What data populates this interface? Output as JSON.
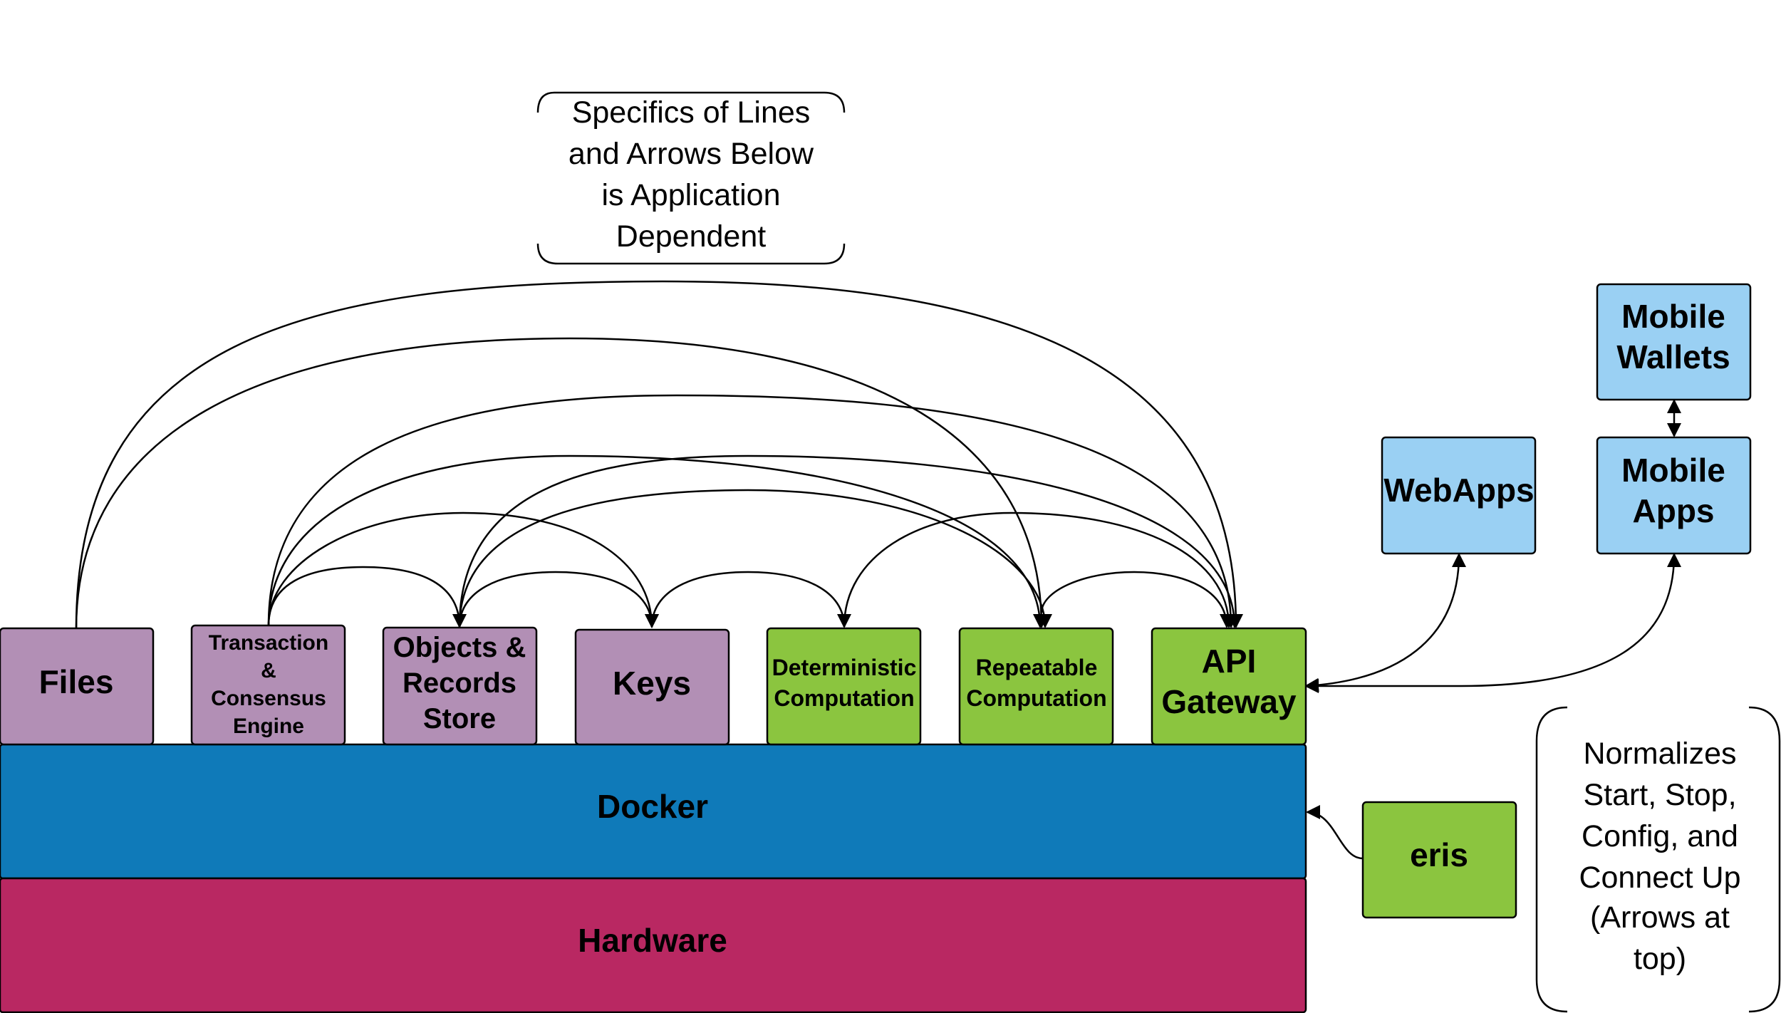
{
  "diagram": {
    "components": {
      "files": [
        "Files"
      ],
      "transaction_engine": [
        "Transaction",
        "&",
        "Consensus",
        "Engine"
      ],
      "objects_store": [
        "Objects &",
        "Records",
        "Store"
      ],
      "keys": [
        "Keys"
      ],
      "deterministic": [
        "Deterministic",
        "Computation"
      ],
      "repeatable": [
        "Repeatable",
        "Computation"
      ],
      "api_gateway": [
        "API",
        "Gateway"
      ],
      "webapps": [
        "WebApps"
      ],
      "mobile_apps": [
        "Mobile",
        "Apps"
      ],
      "mobile_wallets": [
        "Mobile",
        "Wallets"
      ],
      "eris": [
        "eris"
      ]
    },
    "layers": {
      "docker": "Docker",
      "hardware": "Hardware"
    },
    "notes": {
      "top_note": [
        "Specifics of Lines",
        "and Arrows Below",
        "is Application",
        "Dependent"
      ],
      "side_note": [
        "Normalizes",
        "Start, Stop,",
        "Config, and",
        "Connect Up",
        "(Arrows at",
        "top)"
      ]
    },
    "colors": {
      "purple_box": "#b28fb5",
      "green_box": "#8bc53f",
      "blue_box": "#9ad0f3",
      "docker": "#0f7ab9",
      "hardware": "#b92862",
      "stroke": "#000000"
    }
  }
}
